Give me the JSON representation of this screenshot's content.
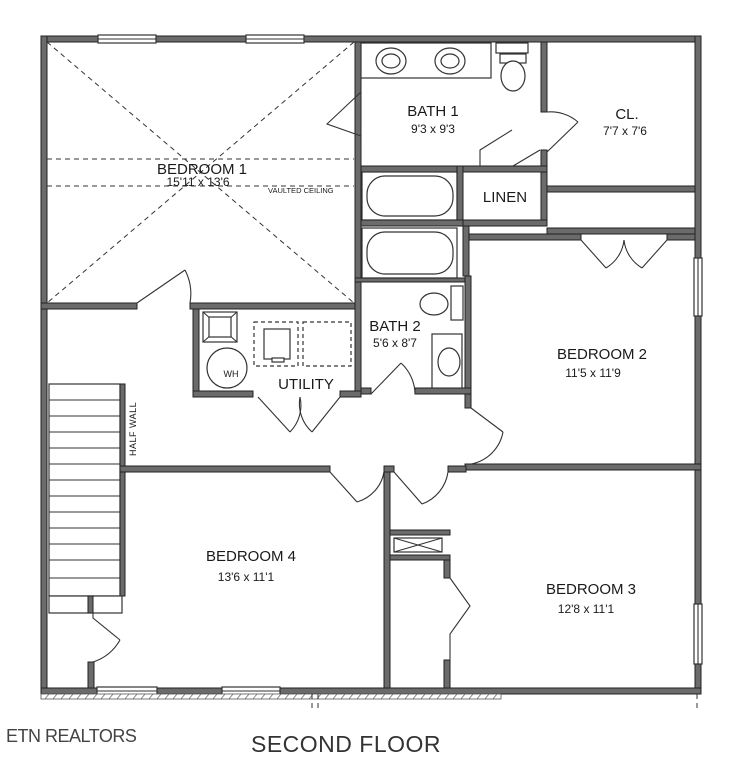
{
  "rooms": {
    "bedroom1": {
      "name": "BEDROOM 1",
      "dims": "15'11 x 13'6",
      "note": "VAULTED CEILING"
    },
    "bath1": {
      "name": "BATH 1",
      "dims": "9'3 x 9'3"
    },
    "closet": {
      "name": "CL.",
      "dims": "7'7 x 7'6"
    },
    "linen": {
      "name": "LINEN"
    },
    "bath2": {
      "name": "BATH 2",
      "dims": "5'6 x 8'7"
    },
    "bedroom2": {
      "name": "BEDROOM 2",
      "dims": "11'5 x 11'9"
    },
    "utility": {
      "name": "UTILITY",
      "water_heater": "WH"
    },
    "stair_note": "HALF WALL",
    "bedroom4": {
      "name": "BEDROOM 4",
      "dims": "13'6 x 11'1"
    },
    "bedroom3": {
      "name": "BEDROOM 3",
      "dims": "12'8 x 11'1"
    }
  },
  "footer": {
    "realtor": "ETN REALTORS",
    "floor_title": "SECOND FLOOR"
  },
  "colors": {
    "wall": "#6b6b6b",
    "line": "#333333",
    "background": "#ffffff"
  }
}
